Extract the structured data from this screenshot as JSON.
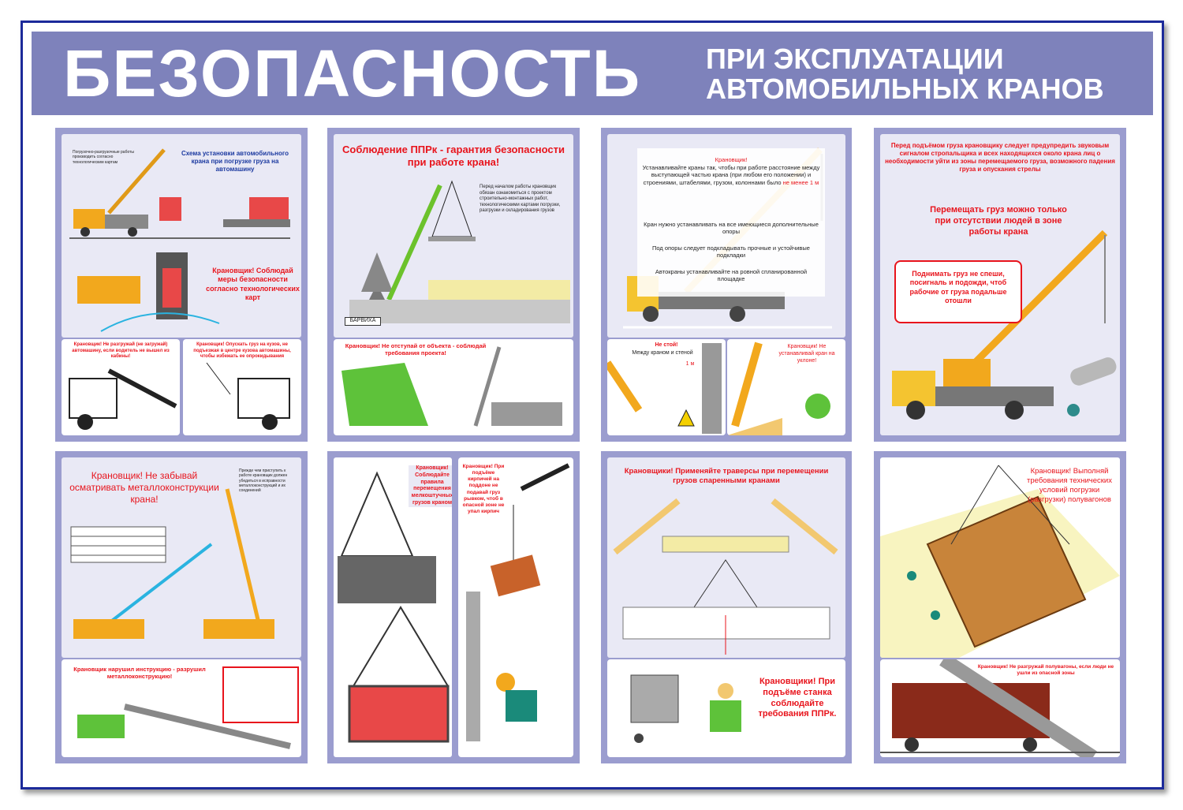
{
  "header": {
    "title": "БЕЗОПАСНОСТЬ",
    "subtitle_line1": "ПРИ ЭКСПЛУАТАЦИИ",
    "subtitle_line2": "АВТОМОБИЛЬНЫХ КРАНОВ"
  },
  "panels": [
    {
      "main_title": "Схема установки автомобильного крана при погрузке груза на автомашину",
      "note": "Погрузочно-разгрузочные работы производить согласно технологическим картам",
      "warning": "Крановщик! Соблюдай меры безопасности согласно технологических карт",
      "sub1": "Крановщик! Не разгружай (не загружай) автомашину, если водитель не вышел из кабины!",
      "sub2": "Крановщик! Опускать груз на кузов, не подъезжая в центре кузова автомашины, чтобы избежать ее опрокидывания"
    },
    {
      "main_title": "Соблюдение ППРк - гарантия безопасности при работе крана!",
      "note": "Перед началом работы крановщик обязан ознакомиться с проектом строительно-монтажных работ, технологическими картами погрузки, разгрузки и складирования грузов",
      "sign": "БАРВИХА",
      "sub1": "Крановщик! Не отступай от объекта - соблюдай требования проекта!"
    },
    {
      "notice_title": "Крановщик!",
      "notice1": "Устанавливайте краны так, чтобы при работе расстояние между выступающей частью крана (при любом его положении) и строениями, штабелями, грузом, колоннами было",
      "notice1_red": "не менее 1 м",
      "notice2": "Кран нужно устанавливать на все имеющиеся дополнительные опоры",
      "notice3": "Под опоры следует подкладывать прочные и устойчивые подкладки",
      "notice4": "Автокраны устанавливайте на ровной спланированной площадке",
      "sub1_title": "Не стой!",
      "sub1_text": "Между краном и стеной",
      "sub1_dim": "1 м",
      "sub2": "Крановщик! Не устанавливай кран на уклоне!"
    },
    {
      "top_text": "Перед подъёмом груза крановщику следует предупредить звуковым сигналом стропальщика и всех находящихся около крана лиц о необходимости уйти из зоны перемещаемого груза, возможного падения груза и опускания стрелы",
      "bold_text": "Перемещать груз можно только при отсутствии людей в зоне работы крана",
      "box_text": "Поднимать груз не спеши, посигналь и подожди, чтоб рабочие от груза подальше отошли"
    },
    {
      "main_title": "Крановщик! Не забывай осматривать металлоконструкции крана!",
      "note": "Прежде чем приступить к работе крановщик должен убедиться в исправности металлоконструкций и их соединений",
      "sub1": "Крановщик нарушил инструкцию - разрушил металлоконструкцию!"
    },
    {
      "main_title": "Крановщик! Соблюдайте правила перемещения мелкоштучных грузов краном",
      "side_text": "Крановщик! При подъёме кирпичей на поддоне не подавай груз рывком, чтоб в опасной зоне не упал кирпич"
    },
    {
      "main_title": "Крановщики! Применяйте траверсы при перемещении грузов спаренными кранами",
      "sub1": "Крановщики! При подъёме станка соблюдайте требования ППРк."
    },
    {
      "main_title": "Крановщик! Выполняй требования технических условий погрузки (разгрузки) полувагонов",
      "sub1": "Крановщик! Не разгружай полувагоны, если люди не ушли из опасной зоны"
    }
  ],
  "colors": {
    "header": "#7e82bb",
    "panel": "#9b9dcf",
    "warning": "#e8141c",
    "crane": "#f2a81d"
  }
}
